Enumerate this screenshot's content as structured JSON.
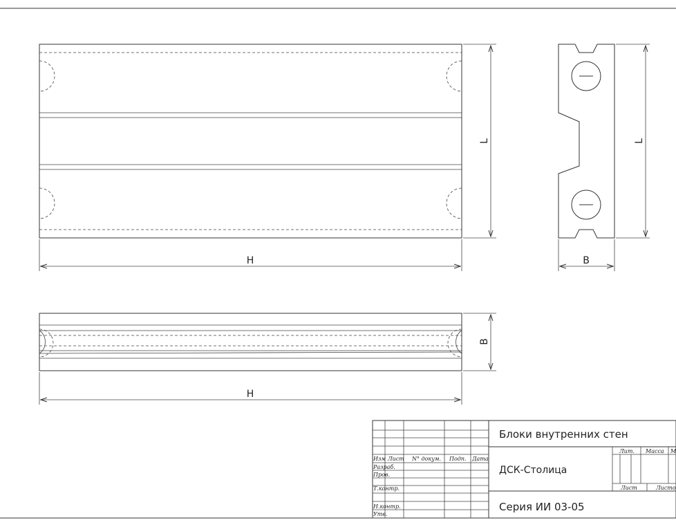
{
  "dimensions": {
    "front_width": "H",
    "front_height": "L",
    "side_height": "L",
    "side_width": "B",
    "plan_width": "H",
    "plan_height": "B"
  },
  "title_block": {
    "headers": {
      "izm": "Изм",
      "list": "Лист",
      "doc": "N° докум.",
      "sign": "Подп.",
      "date": "Дата"
    },
    "roles": {
      "developed": "Разраб.",
      "checked": "Пров.",
      "tech_control": "Т.контр.",
      "norm_control": "Н.контр.",
      "approved": "Утв."
    },
    "title": "Блоки внутренних стен",
    "organization": "ДСК-Столица",
    "series": "Серия ИИ 03-05",
    "lit_label": "Лит.",
    "mass_label": "Масса",
    "scale_label": "М",
    "sheet_label": "Лист",
    "sheets_label": "Листов"
  }
}
